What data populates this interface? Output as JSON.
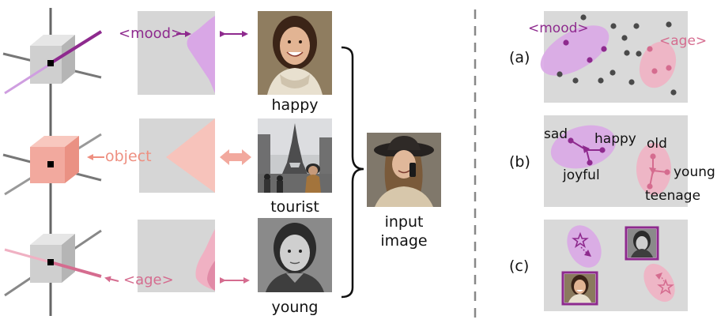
{
  "colors": {
    "mood": "#8e2a8e",
    "mood_light": "#d9a7e6",
    "object": "#ee8f80",
    "object_light": "#f7c3bb",
    "age": "#d56c8f",
    "age_light": "#f0b1c3",
    "panel_gray": "#d9d9d9",
    "cube_gray": "#bdbdbd",
    "dot_dark": "#4a4a4a"
  },
  "left": {
    "rows": [
      {
        "concept_tag": "<mood>",
        "caption": "happy",
        "photo": "smiling-woman-photo"
      },
      {
        "concept_tag": "object",
        "caption": "tourist",
        "photo": "eiffel-tower-tourist-photo"
      },
      {
        "concept_tag": "<age>",
        "caption": "young",
        "photo": "young-girl-bw-photo"
      }
    ],
    "input_caption_line1": "input",
    "input_caption_line2": "image"
  },
  "right": {
    "panel_a": {
      "label": "(a)",
      "mood_tag": "<mood>",
      "age_tag": "<age>"
    },
    "panel_b": {
      "label": "(b)",
      "words": [
        "sad",
        "happy",
        "joyful",
        "old",
        "young",
        "teenage"
      ]
    },
    "panel_c": {
      "label": "(c)"
    }
  }
}
